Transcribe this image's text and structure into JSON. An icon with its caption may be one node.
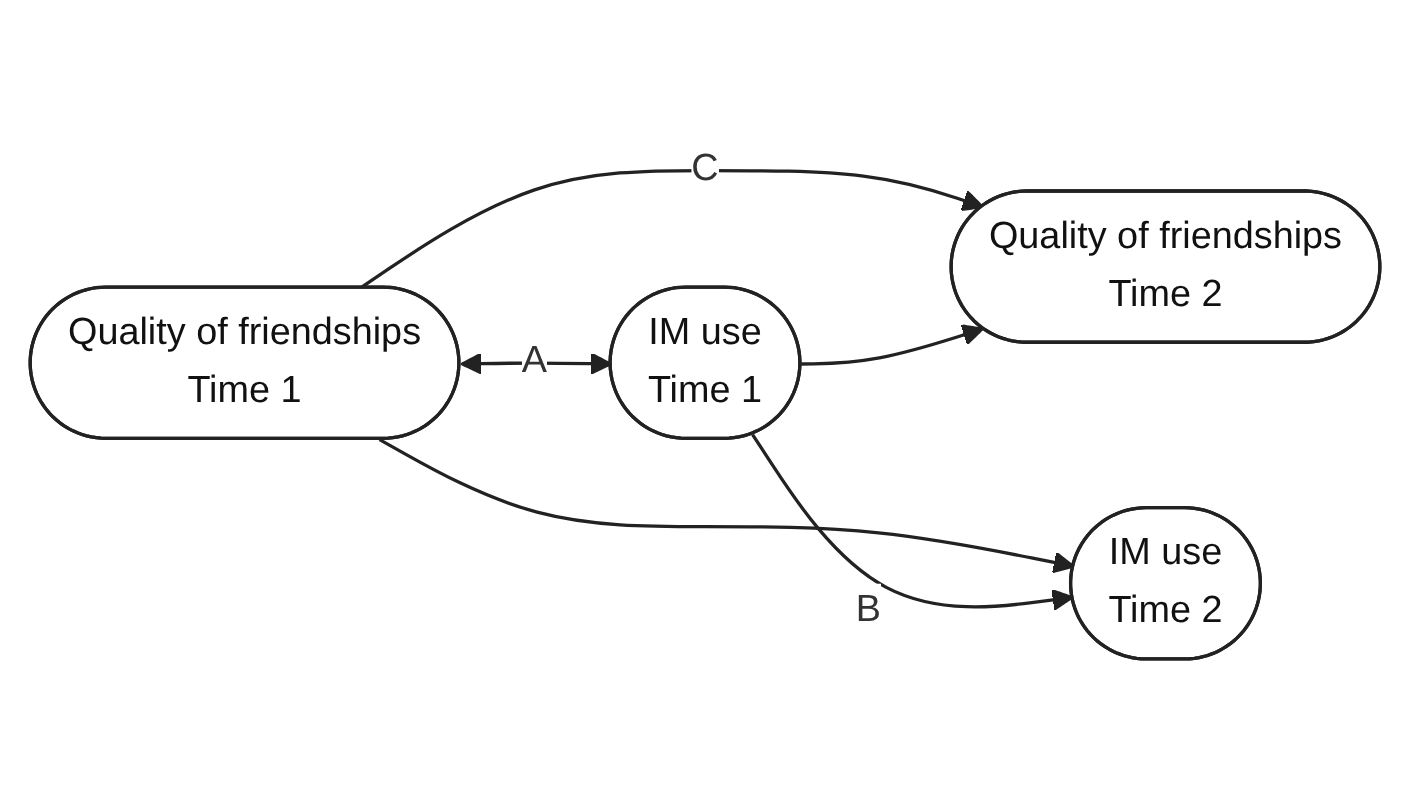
{
  "diagram": {
    "nodes": [
      {
        "text": [
          "Quality of friendships",
          "Time 1"
        ]
      },
      {
        "text": [
          "Quality of friendships",
          "Time 2"
        ]
      },
      {
        "text": [
          "IM use",
          "Time 1"
        ]
      },
      {
        "text": [
          "IM use",
          "Time 2"
        ]
      }
    ],
    "edges": [
      {
        "from": 0,
        "to": 1,
        "arrow": "to",
        "label": "C"
      },
      {
        "from": 0,
        "to": 3,
        "arrow": "to"
      },
      {
        "from": 2,
        "to": 1,
        "arrow": "to"
      },
      {
        "from": 2,
        "to": 3,
        "arrow": "to",
        "label": "B"
      },
      {
        "from": 0,
        "to": 2,
        "arrow": "both",
        "label": "A"
      }
    ]
  }
}
